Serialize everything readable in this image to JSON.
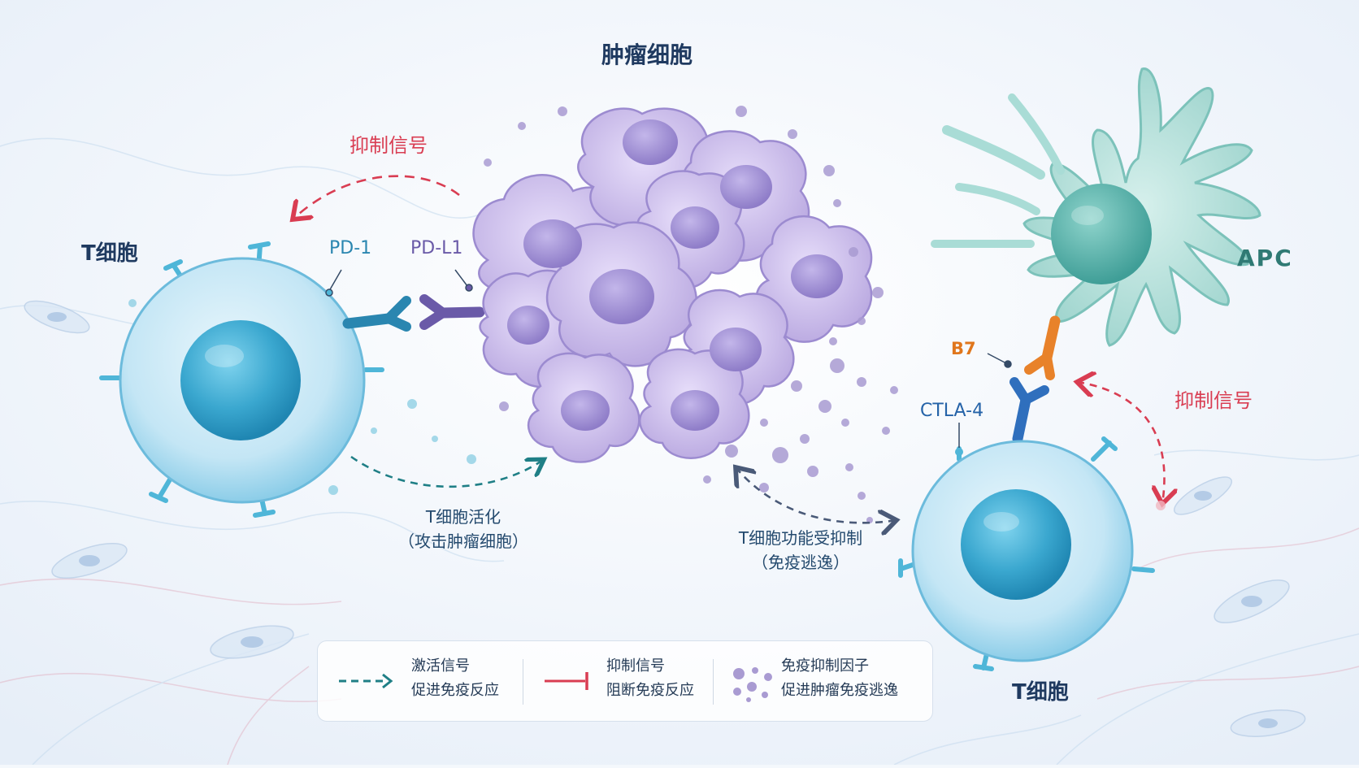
{
  "labels": {
    "tumor_title": "肿瘤细胞",
    "tcell_left_title": "T细胞",
    "tcell_right_title": "T细胞",
    "apc_title": "APC",
    "pd1": "PD-1",
    "pdl1": "PD-L1",
    "b7": "B7",
    "ctla4": "CTLA-4",
    "inhibit_top": "抑制信号",
    "inhibit_right": "抑制信号",
    "activation_line1": "T细胞活化",
    "activation_line2": "（攻击肿瘤细胞）",
    "suppression_line1": "T细胞功能受抑制",
    "suppression_line2": "（免疫逃逸）"
  },
  "legend": {
    "activation_title": "激活信号",
    "activation_desc": "促进免疫反应",
    "inhibition_title": "抑制信号",
    "inhibition_desc": "阻断免疫反应",
    "factor_title": "免疫抑制因子",
    "factor_desc": "促进肿瘤免疫逃逸"
  },
  "colors": {
    "tcell": "#7cc4e4",
    "tcell_nucleus": "#3aa7cf",
    "tumor": "#b9a8e0",
    "tumor_nucleus": "#8e7cc8",
    "apc": "#a9dcd6",
    "apc_nucleus": "#4fb0a8",
    "pd1": "#2a86b0",
    "pdl1": "#6a5aa8",
    "b7": "#e8822a",
    "ctla4": "#2f6fbd",
    "activation_arrow": "#1f7f86",
    "inhibition_arrow": "#d93d52",
    "suppression_arrow": "#4a5a78"
  }
}
